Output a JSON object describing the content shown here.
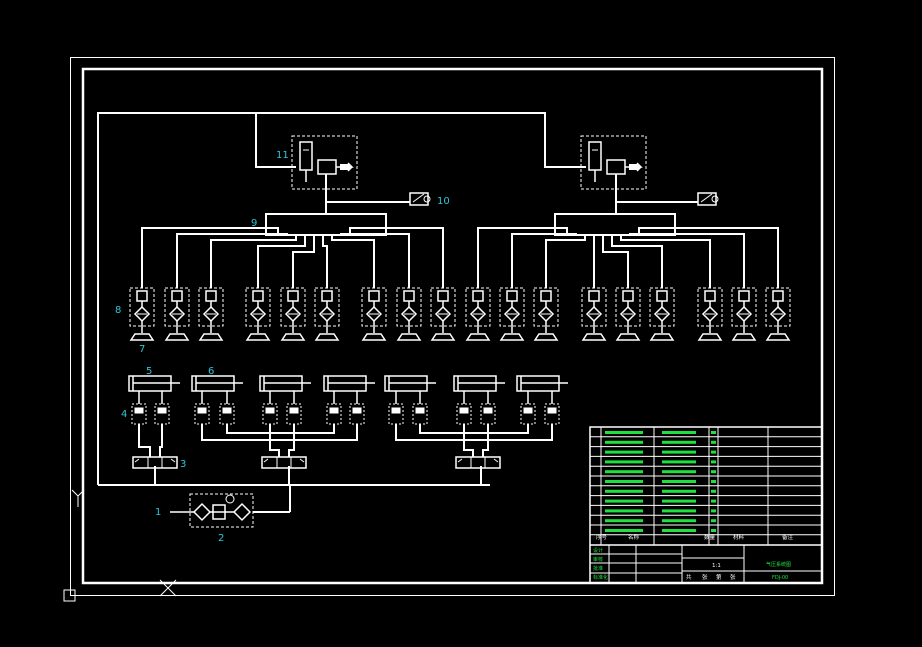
{
  "drawing": {
    "labels": {
      "l1": "1",
      "l2": "2",
      "l3": "3",
      "l4": "4",
      "l5": "5",
      "l6": "6",
      "l7": "7",
      "l8": "8",
      "l9": "9",
      "l10": "10",
      "l11": "11"
    },
    "title_block": {
      "col_headers": [
        "序号",
        "名称",
        "数量",
        "材料",
        "备注"
      ],
      "drawing_name": "气压系统图",
      "drawing_no": "FDJ-00",
      "scale": "1:1",
      "sign_labels": [
        "设计",
        "审核",
        "批准",
        "标准化"
      ],
      "sheet_labels": [
        "共",
        "张",
        "第",
        "张"
      ]
    },
    "colors": {
      "background": "#000000",
      "lines": "#ffffff",
      "labels": "#2fc4d8",
      "table_text": "#20e040"
    }
  }
}
